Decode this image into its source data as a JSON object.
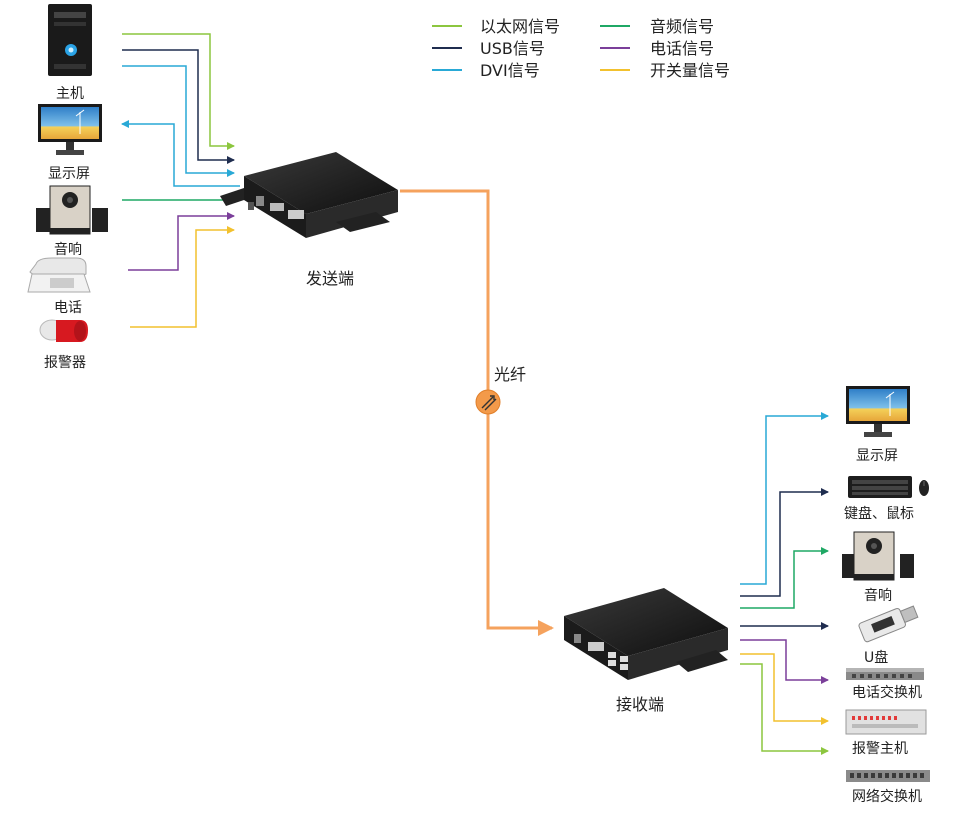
{
  "legend": [
    {
      "label": "以太网信号",
      "color": "#8cc63f"
    },
    {
      "label": "USB信号",
      "color": "#1f2d4f"
    },
    {
      "label": "DVI信号",
      "color": "#29a9d6"
    },
    {
      "label": "音频信号",
      "color": "#1fa865"
    },
    {
      "label": "电话信号",
      "color": "#7b3f9a"
    },
    {
      "label": "开关量信号",
      "color": "#f2c12e"
    }
  ],
  "fiber_color": "#f5a25d",
  "fiber_label": "光纤",
  "sender": {
    "label": "发送端"
  },
  "receiver": {
    "label": "接收端"
  },
  "sender_devices": [
    {
      "label": "主机",
      "icon": "desktop-pc-icon"
    },
    {
      "label": "显示屏",
      "icon": "monitor-icon"
    },
    {
      "label": "音响",
      "icon": "speaker-icon"
    },
    {
      "label": "电话",
      "icon": "telephone-icon"
    },
    {
      "label": "报警器",
      "icon": "alarm-siren-icon"
    }
  ],
  "receiver_devices": [
    {
      "label": "显示屏",
      "icon": "monitor-icon"
    },
    {
      "label": "键盘、鼠标",
      "icon": "keyboard-mouse-icon"
    },
    {
      "label": "音响",
      "icon": "speaker-icon"
    },
    {
      "label": "U盘",
      "icon": "usb-drive-icon"
    },
    {
      "label": "电话交换机",
      "icon": "phone-switch-icon"
    },
    {
      "label": "报警主机",
      "icon": "alarm-host-icon"
    },
    {
      "label": "网络交换机",
      "icon": "network-switch-icon"
    }
  ]
}
